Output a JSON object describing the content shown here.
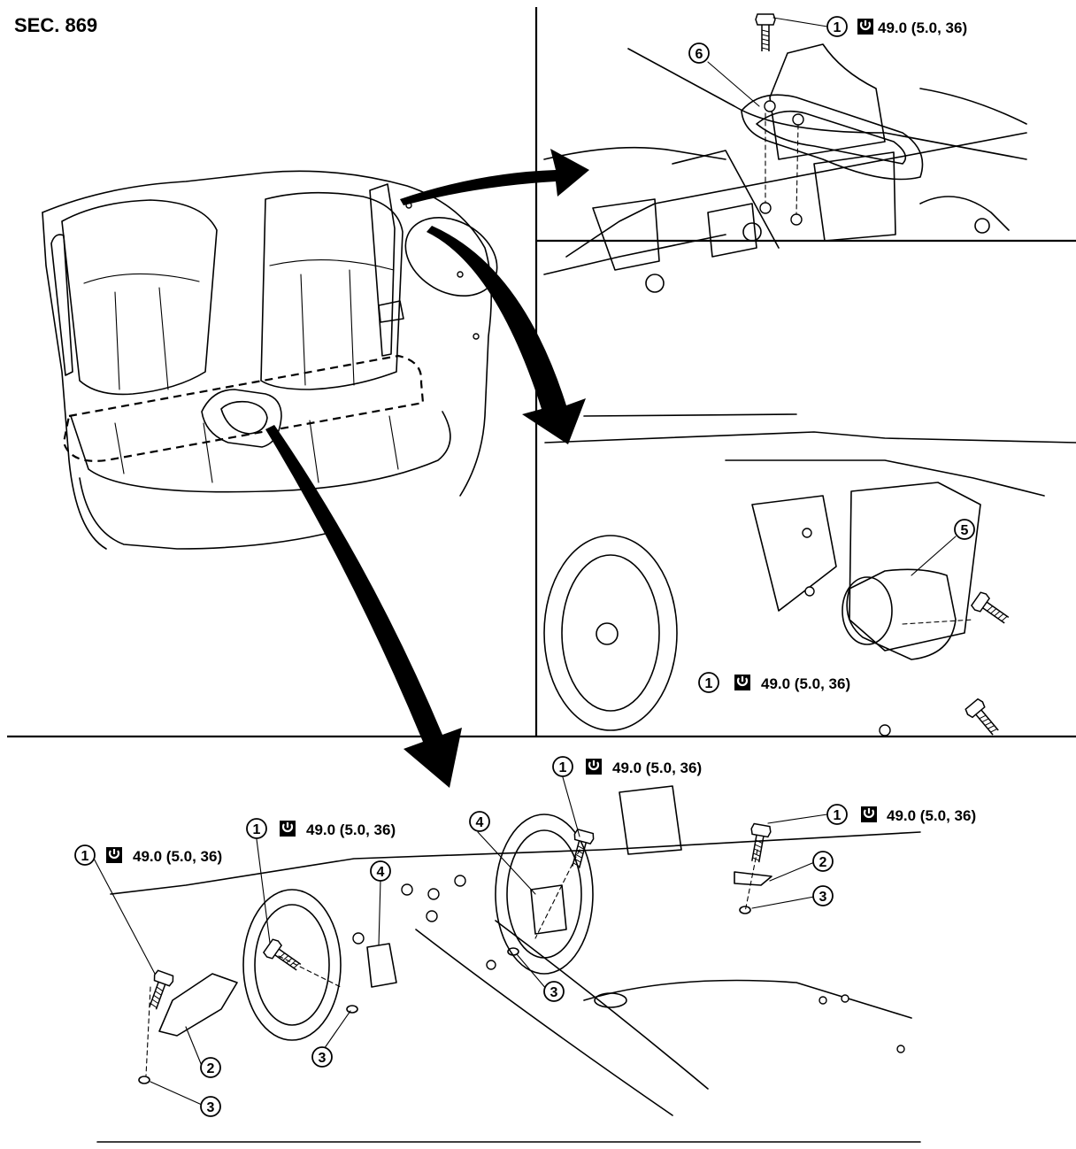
{
  "section_code": "SEC. 869",
  "torque_icon": "torque-wrench-icon",
  "callouts": [
    {
      "num": "1",
      "torque": "49.0 (5.0, 36)"
    },
    {
      "num": "1",
      "torque": "49.0 (5.0, 36)"
    },
    {
      "num": "1",
      "torque": "49.0 (5.0, 36)"
    },
    {
      "num": "1",
      "torque": "49.0 (5.0, 36)"
    },
    {
      "num": "1",
      "torque": "49.0 (5.0, 36)"
    },
    {
      "num": "1",
      "torque": "49.0 (5.0, 36)"
    }
  ],
  "part_numbers": [
    "2",
    "2",
    "3",
    "3",
    "3",
    "3",
    "4",
    "4",
    "5",
    "6"
  ]
}
